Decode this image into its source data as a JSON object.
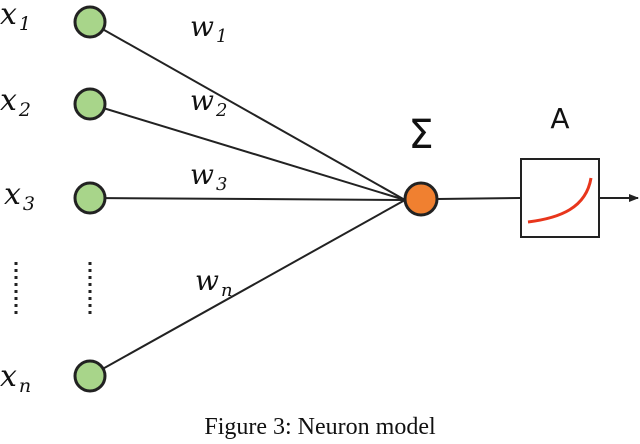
{
  "inputs": [
    {
      "symbol": "x",
      "subscript": "1"
    },
    {
      "symbol": "x",
      "subscript": "2"
    },
    {
      "symbol": "x",
      "subscript": "3"
    },
    {
      "symbol": "x",
      "subscript": "n"
    }
  ],
  "weights": [
    {
      "symbol": "w",
      "subscript": "1"
    },
    {
      "symbol": "w",
      "subscript": "2"
    },
    {
      "symbol": "w",
      "subscript": "3"
    },
    {
      "symbol": "w",
      "subscript": "n"
    }
  ],
  "sum_symbol": "Σ",
  "activation_label": "A",
  "caption": "Figure 3: Neuron model",
  "colors": {
    "input_node": "#a8d58a",
    "sum_node": "#f08030",
    "activation_curve": "#e8361c",
    "stroke": "#222222"
  }
}
